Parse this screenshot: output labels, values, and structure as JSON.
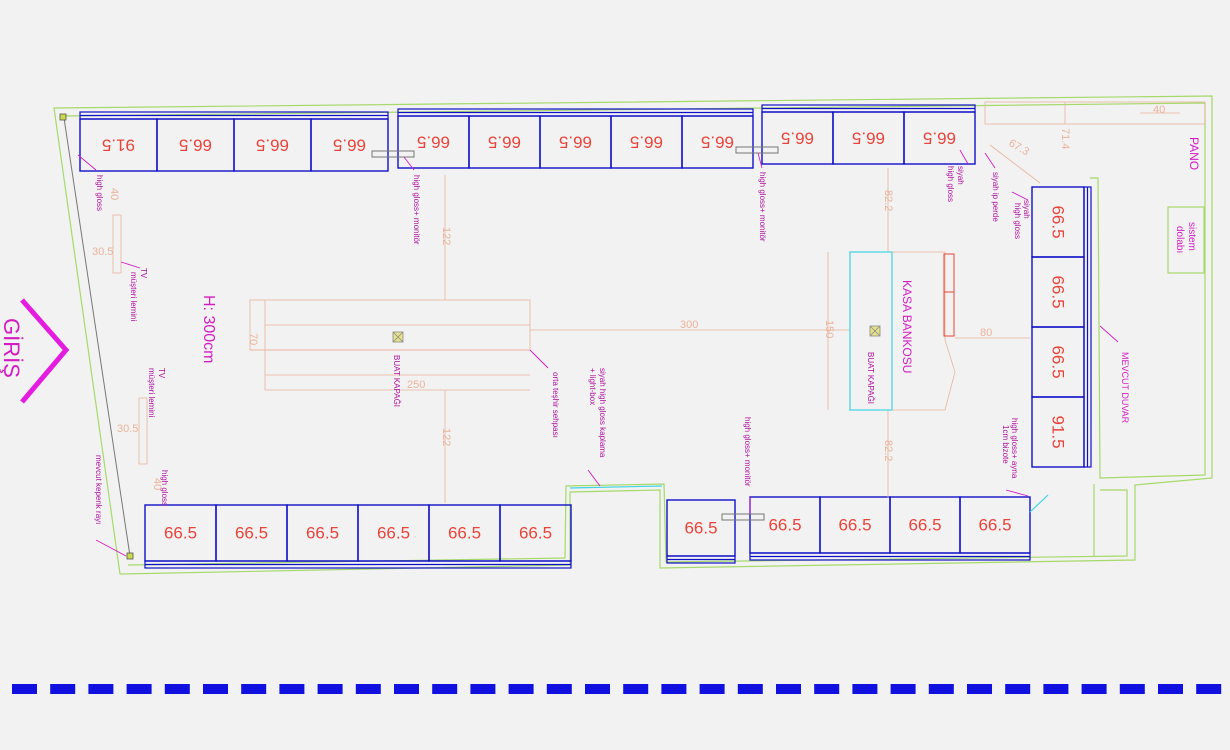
{
  "labels": {
    "entrance": "GİRİŞ",
    "height": "H: 300cm",
    "cash_desk": "KASA BANKOSU",
    "pano": "PANO",
    "system_cabinet_1": "sistem",
    "system_cabinet_2": "dolabı",
    "existing_wall": "MEVCUT DUVAR",
    "junction_box_center": "BUAT KAPAĞI",
    "junction_box_desk": "BUAT KAPAĞI",
    "center_display": "orta teşhir sehpası",
    "high_gloss_topleft": "high gloss",
    "high_gloss_bottomleft": "high gloss",
    "monitor_1": "high gloss+ monitör",
    "monitor_2": "high gloss+ monitör",
    "monitor_3": "high gloss+ monitör",
    "black_gloss_1": "siyah",
    "black_gloss_2": "high gloss",
    "rope_curtain": "siyah ip perde",
    "right_gloss_1": "siyah",
    "right_gloss_2": "high gloss",
    "lightbox_1": "siyah high gloss kaplama",
    "lightbox_2": "+ light-box",
    "mirror_1": "high gloss+ ayna",
    "mirror_2": "1cm bizote",
    "tv_top_1": "TV",
    "tv_top_2": "müşteri lemini",
    "tv_bottom_1": "TV",
    "tv_bottom_2": "müşteri lemini",
    "shutter": "mevcut kepenk rayı"
  },
  "cabinets": {
    "top_left": [
      "91.5",
      "66.5",
      "66.5",
      "66.5"
    ],
    "top_mid": [
      "66.5",
      "66.5",
      "66.5",
      "66.5",
      "66.5"
    ],
    "top_right": [
      "66.5",
      "66.5",
      "66.5"
    ],
    "right": [
      "66.5",
      "66.5",
      "66.5",
      "91.5"
    ],
    "bottom_left": [
      "66.5",
      "66.5",
      "66.5",
      "66.5",
      "66.5",
      "66.5"
    ],
    "bottom_mid": [
      "66.5"
    ],
    "bottom_right": [
      "66.5",
      "66.5",
      "66.5",
      "66.5"
    ]
  },
  "dimensions": {
    "d40_top": "40",
    "d71": "71.4",
    "d67": "67.3",
    "d82_top": "82.2",
    "d82_bottom": "82.2",
    "d122_top": "122",
    "d122_bottom": "122",
    "d300": "300",
    "d150": "150",
    "d80": "80",
    "d70": "70",
    "d250": "250",
    "d40_left_top": "40",
    "d40_left_bottom": "40",
    "d30_top": "30.5",
    "d30_bottom": "30.5"
  },
  "colors": {
    "cabinet": "#1010c8",
    "number": "#e8443a",
    "label": "#d41cc4",
    "wall": "#a6d96a",
    "dimension": "#e9b39a",
    "cyan": "#3fd4e6",
    "dash": "#1010e0"
  }
}
